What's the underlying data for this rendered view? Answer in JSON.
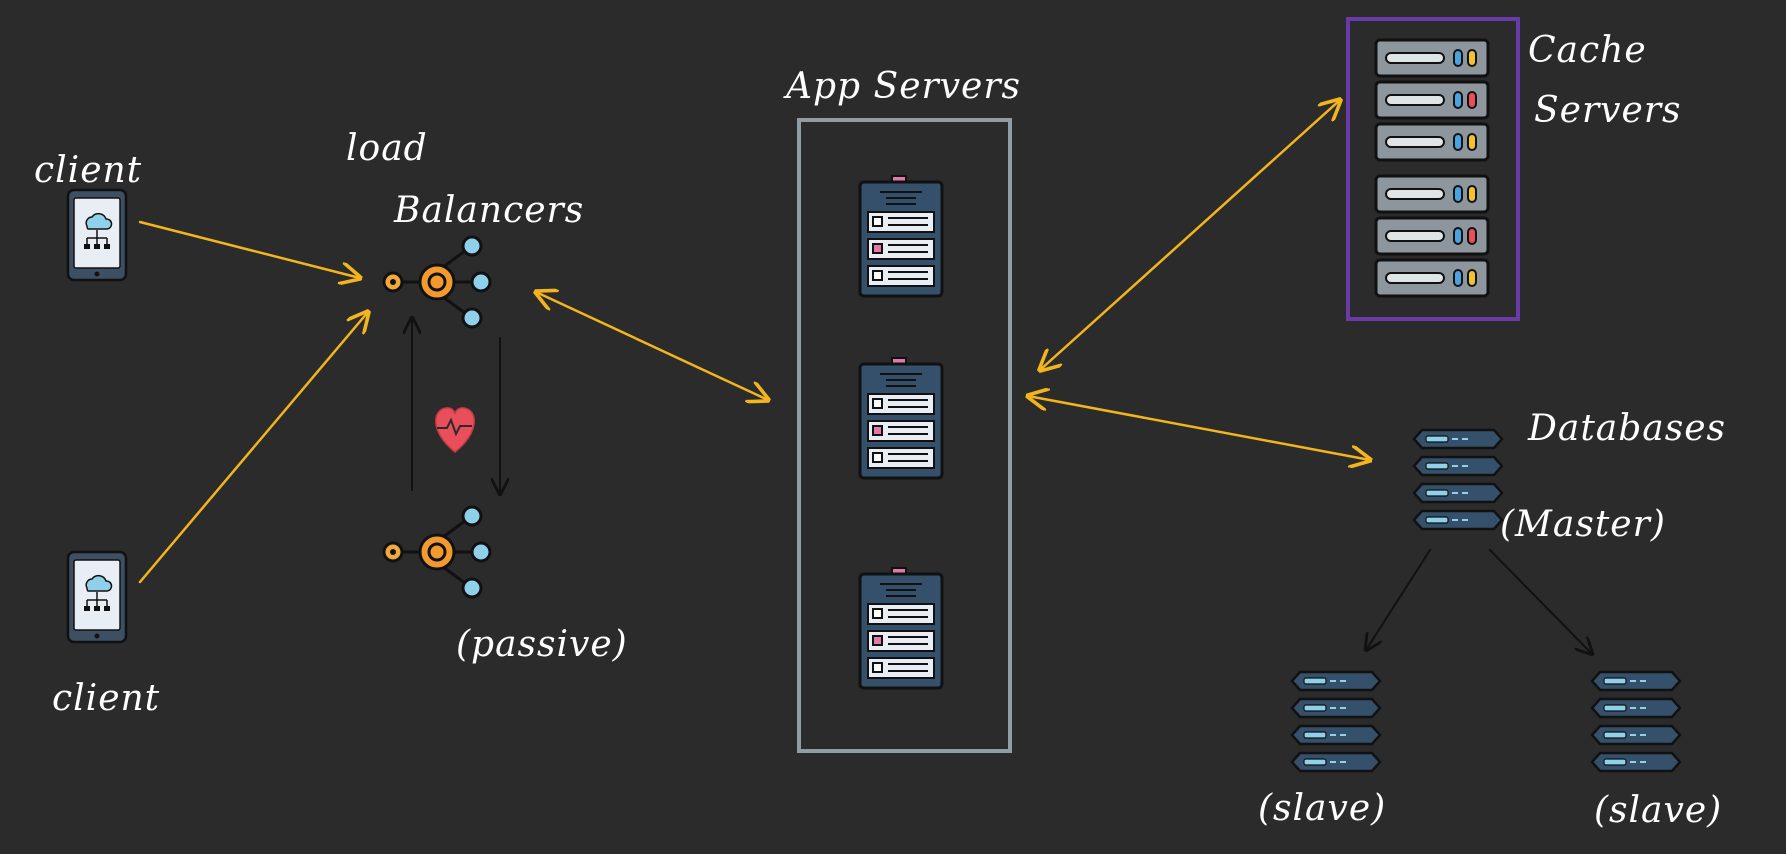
{
  "labels": {
    "client_top": "client",
    "client_bottom": "client",
    "load_balancers_line1": "load",
    "load_balancers_line2": "Balancers",
    "passive": "(passive)",
    "app_servers": "App Servers",
    "cache_servers_line1": "Cache",
    "cache_servers_line2": "Servers",
    "databases": "Databases",
    "master": "(Master)",
    "slave_left": "(slave)",
    "slave_right": "(slave)"
  },
  "icons": {
    "client": "tablet-cloud-icon",
    "load_balancer": "network-hub-icon",
    "heartbeat": "heart-pulse-icon",
    "app_server": "server-rack-icon",
    "cache_server": "cache-server-unit-icon",
    "database": "database-stack-icon"
  },
  "colors": {
    "background": "#2b2b2b",
    "arrow_primary": "#f2b51d",
    "arrow_secondary": "#111111",
    "app_box_border": "#8f9ea5",
    "cache_box_border": "#6a3aa8",
    "heart": "#e94e5b",
    "hub_orange": "#f29a2e",
    "hub_blue": "#8fd0ea",
    "server_navy": "#35506b"
  }
}
